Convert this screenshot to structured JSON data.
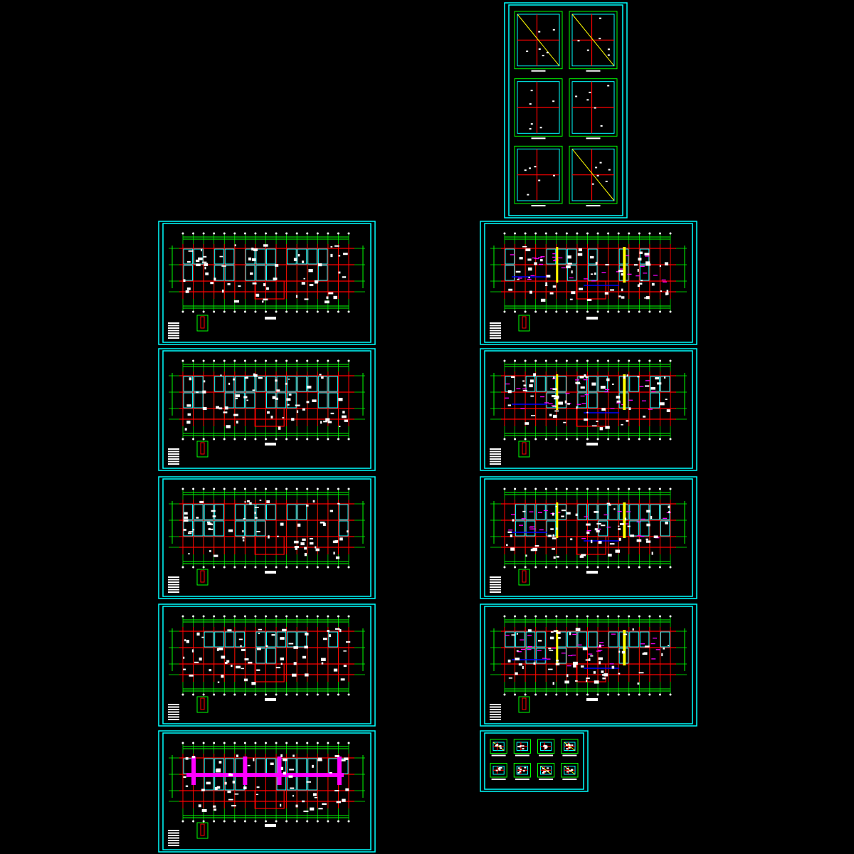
{
  "colors": {
    "background": "#000000",
    "frame": "#00ffff",
    "grid": "#00ff00",
    "beam": "#ff0000",
    "wall": "#00ffff",
    "text": "#ffffff",
    "accent_magenta": "#ff00ff",
    "accent_yellow": "#ffff00",
    "accent_blue": "#0000ff"
  },
  "sheets": [
    {
      "name": "detail-sheet-top",
      "kind": "details"
    },
    {
      "name": "plan-left-1",
      "kind": "plan"
    },
    {
      "name": "plan-left-2",
      "kind": "plan"
    },
    {
      "name": "plan-left-3",
      "kind": "plan"
    },
    {
      "name": "plan-left-4",
      "kind": "plan"
    },
    {
      "name": "plan-left-5",
      "kind": "plan-roof"
    },
    {
      "name": "plan-right-1",
      "kind": "plan-rebar"
    },
    {
      "name": "plan-right-2",
      "kind": "plan-rebar"
    },
    {
      "name": "plan-right-3",
      "kind": "plan-rebar"
    },
    {
      "name": "plan-right-4",
      "kind": "plan-rebar"
    },
    {
      "name": "detail-sheet-bottom",
      "kind": "details-small"
    }
  ]
}
